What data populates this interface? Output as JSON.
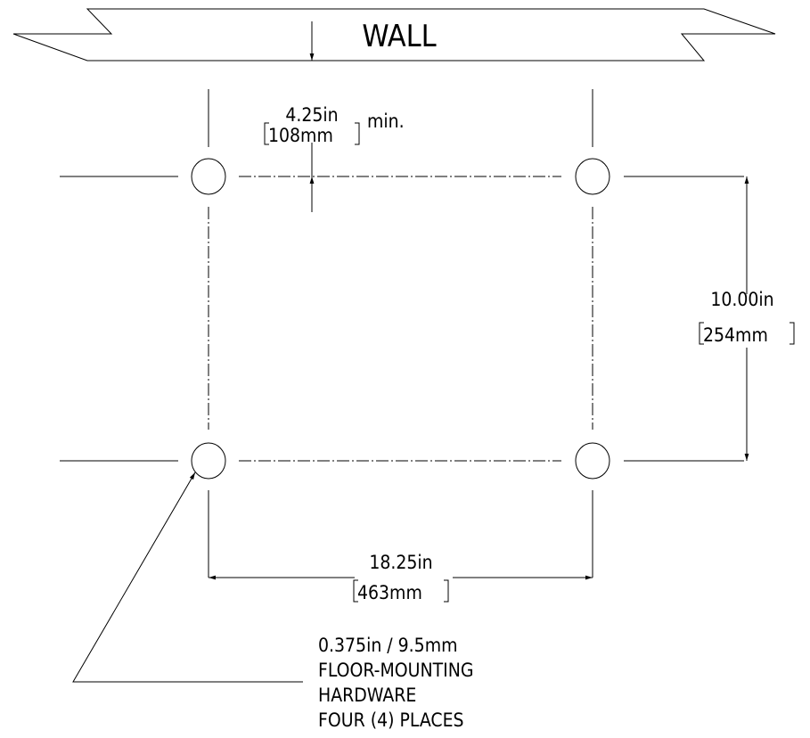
{
  "wall": {
    "label": "WALL"
  },
  "dimensions": {
    "wall_offset": {
      "imperial": "4.25in",
      "metric": "108mm",
      "qualifier": "min."
    },
    "hole_spacing_depth": {
      "imperial": "10.00in",
      "metric": "254mm"
    },
    "hole_spacing_width": {
      "imperial": "18.25in",
      "metric": "463mm"
    }
  },
  "note": {
    "lines": [
      "0.375in / 9.5mm",
      "FLOOR-MOUNTING",
      "HARDWARE",
      "FOUR (4) PLACES"
    ]
  },
  "holes": [
    "top-left",
    "top-right",
    "bottom-left",
    "bottom-right"
  ]
}
